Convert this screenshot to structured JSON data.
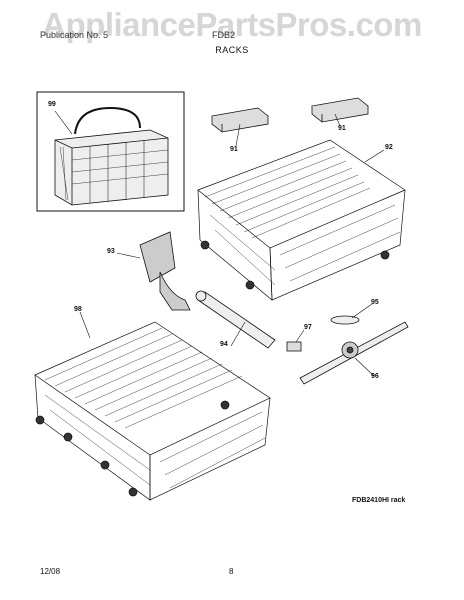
{
  "watermark": "AppliancePartsPros.com",
  "header": {
    "left": "Publication No. 5",
    "middle": "FDB2",
    "section": "RACKS"
  },
  "callouts": {
    "c91a": "91",
    "c91b": "91",
    "c92": "92",
    "c93": "93",
    "c94": "94",
    "c95": "95",
    "c96": "96",
    "c97": "97",
    "c98": "98",
    "c99": "99"
  },
  "rack_note": "FDB2410HI rack",
  "footer": {
    "date": "12/08",
    "page": "8"
  }
}
